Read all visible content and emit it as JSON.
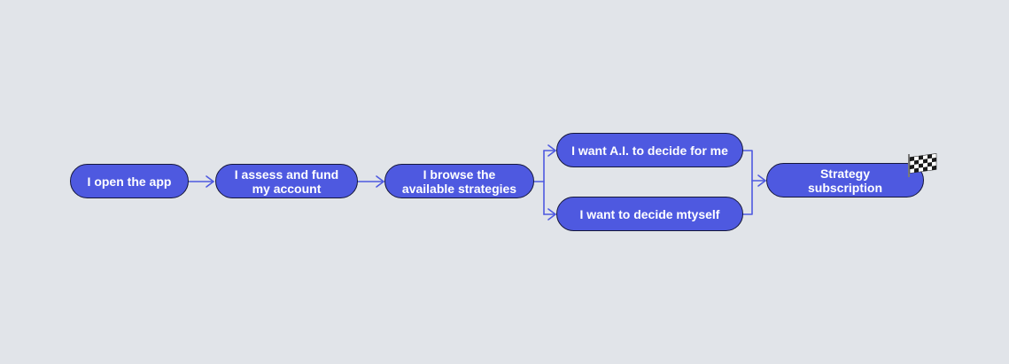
{
  "nodes": {
    "open_app": {
      "line1": "I open the app"
    },
    "assess_fund": {
      "line1": "I assess and fund",
      "line2": "my account"
    },
    "browse": {
      "line1": "I browse the",
      "line2": "available strategies"
    },
    "ai_decide": {
      "line1": "I want A.I. to decide for me"
    },
    "self_decide": {
      "line1": "I want to decide mtyself"
    },
    "subscription": {
      "line1": "Strategy",
      "line2": "subscription"
    }
  },
  "colors": {
    "background": "#E1E4E9",
    "node_fill": "#4E59E0",
    "node_border": "#15173A",
    "node_text": "#FFFFFF",
    "edge": "#4E59E0"
  },
  "icons": {
    "finish": "checkered-flag-icon"
  }
}
